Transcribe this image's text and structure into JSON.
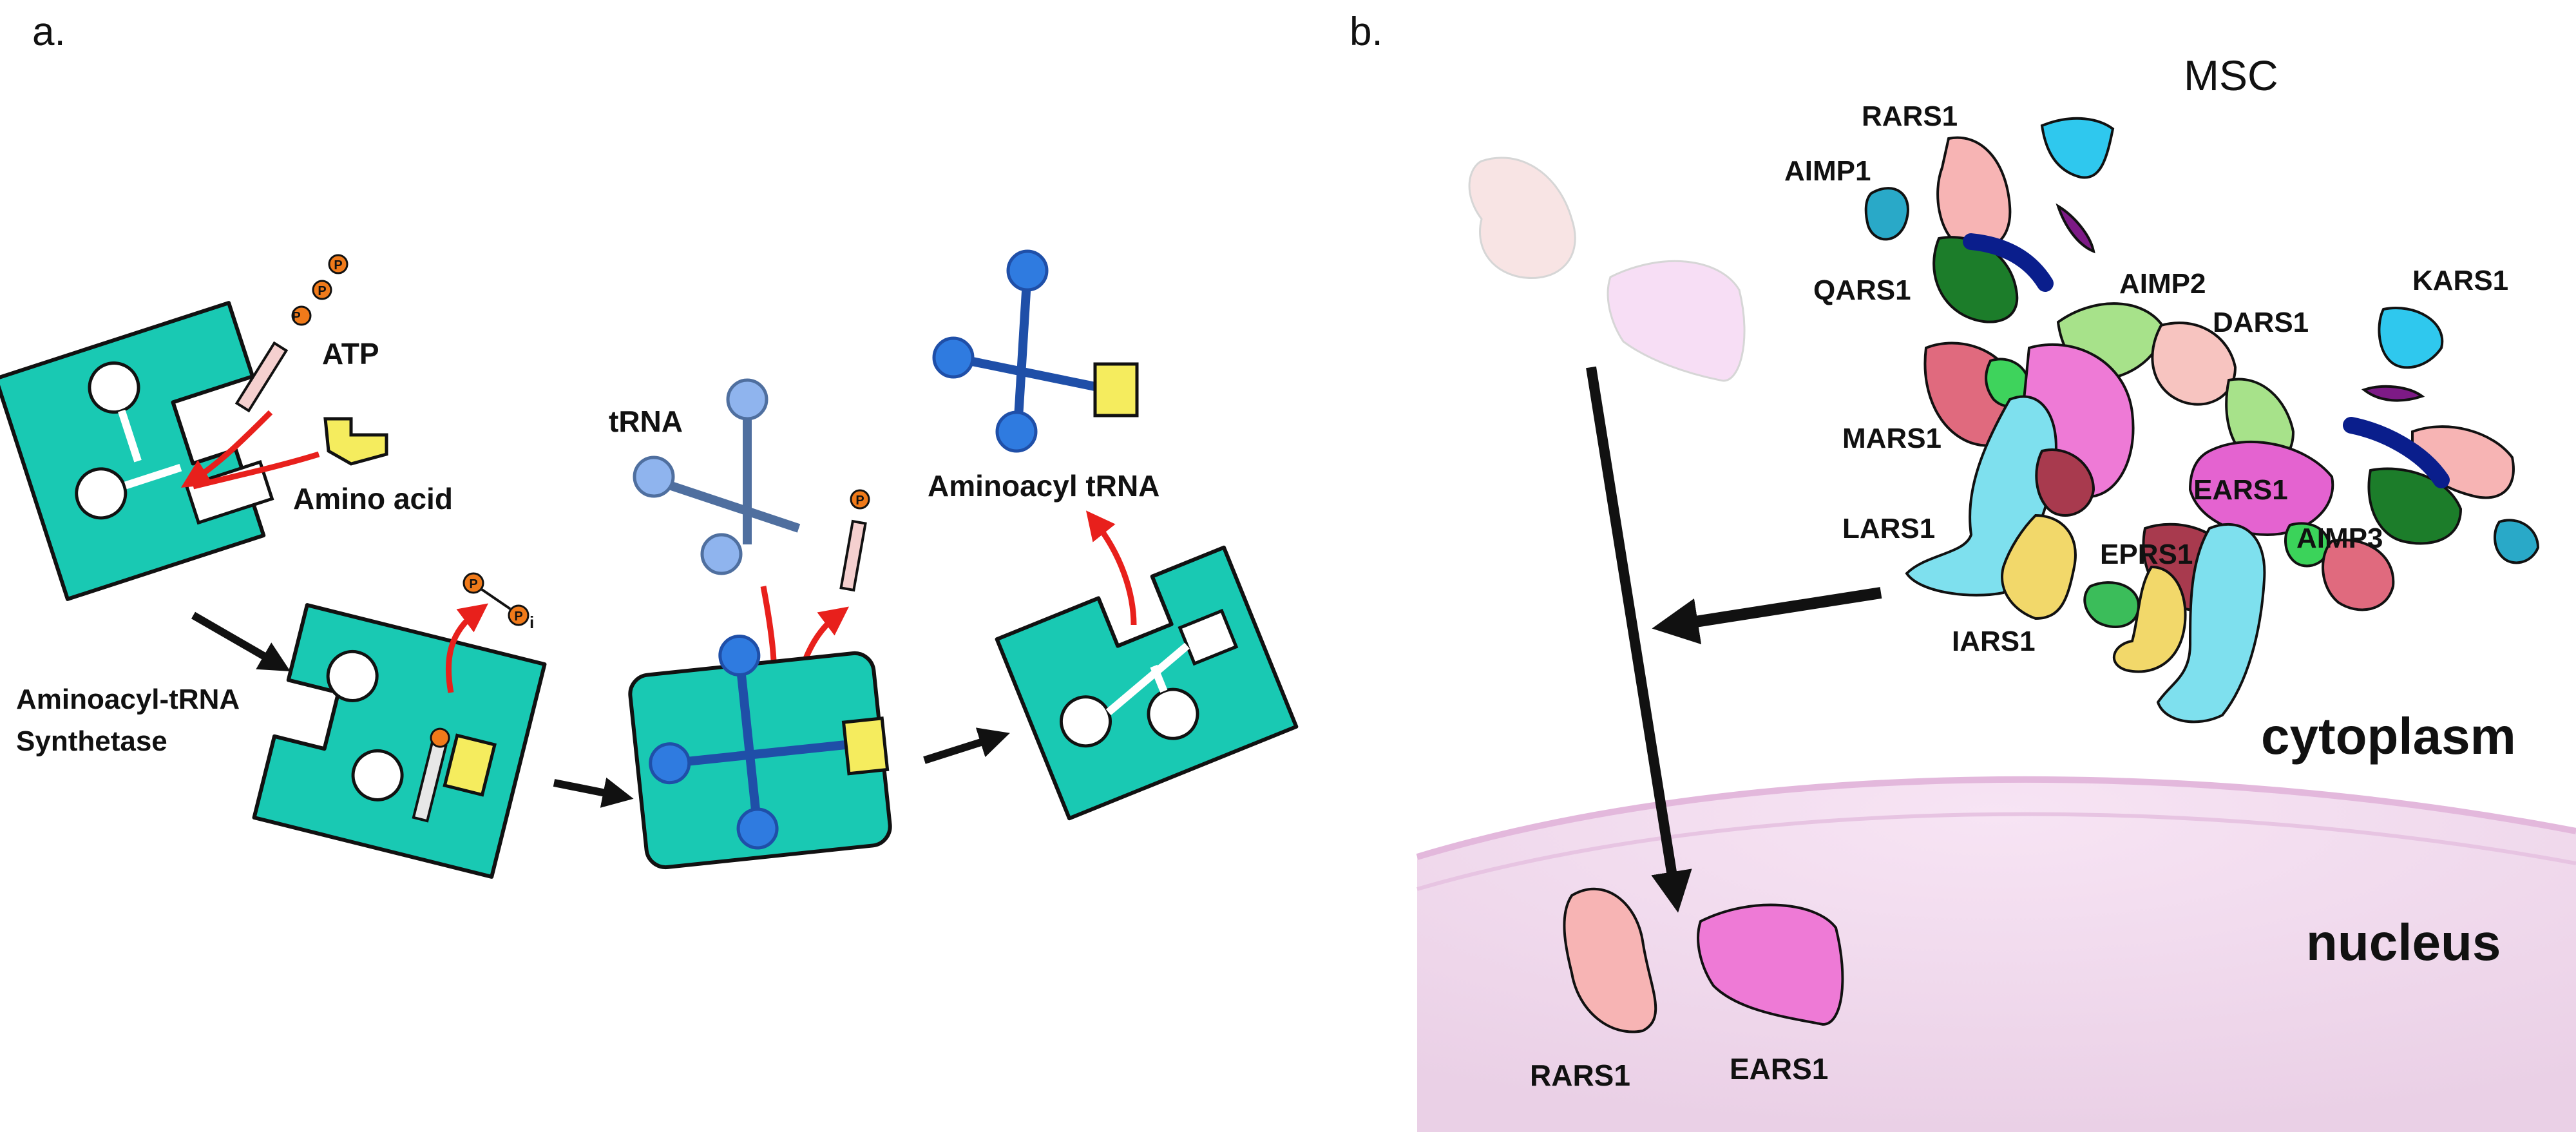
{
  "panel_a": {
    "letter": "a.",
    "atp": "ATP",
    "amino_acid": "Amino acid",
    "synthetase_line1": "Aminoacyl-tRNA",
    "synthetase_line2": "Synthetase",
    "trna": "tRNA",
    "aminoacyl_trna": "Aminoacyl tRNA",
    "phosphate": "P",
    "pi_p": "P",
    "pi_sub": "i"
  },
  "panel_b": {
    "letter": "b.",
    "msc": "MSC",
    "cytoplasm": "cytoplasm",
    "nucleus": "nucleus",
    "proteins": {
      "rars1": "RARS1",
      "aimp1": "AIMP1",
      "qars1": "QARS1",
      "aimp2": "AIMP2",
      "dars1": "DARS1",
      "kars1": "KARS1",
      "mars1": "MARS1",
      "lars1": "LARS1",
      "ears1": "EARS1",
      "eprs1": "EPRS1",
      "aimp3": "AIMP3",
      "iars1": "IARS1"
    },
    "nucleus_proteins": {
      "rars1": "RARS1",
      "ears1": "EARS1"
    }
  },
  "colors": {
    "enzyme": "#19c9b3",
    "trna_light": "#8fb4ee",
    "trna_dark": "#2f7be0",
    "amino_acid": "#f5ec5e",
    "phosphate": "#f07a1a",
    "arrow_red": "#e8201c",
    "arrow_black": "#111111",
    "nucleus": "#f1d9ee"
  }
}
